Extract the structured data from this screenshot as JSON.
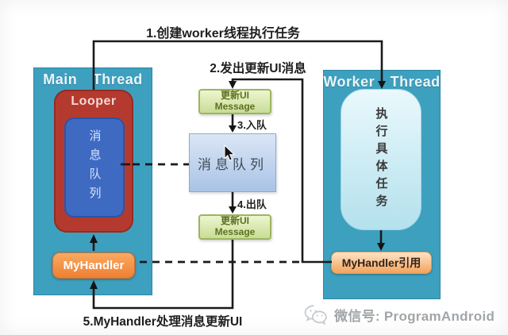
{
  "diagram_title": "Android Handler message flow",
  "annotations": {
    "step1": "1.创建worker线程执行任务",
    "step2": "2.发出更新UI消息",
    "step3": "3.入队",
    "step4": "4.出队",
    "step5": "5.MyHandler处理消息更新UI"
  },
  "main_thread": {
    "title": "Main Thread",
    "looper_label": "Looper",
    "message_queue_label": "消息队列",
    "handler_label": "MyHandler"
  },
  "worker_thread": {
    "title": "Worker Thread",
    "task_label": "执行具体任务",
    "handler_ref_label": "MyHandler引用"
  },
  "center_flow": {
    "message_top": {
      "line1": "更新UI",
      "line2": "Message"
    },
    "queue_label": "消息队列",
    "message_bottom": {
      "line1": "更新UI",
      "line2": "Message"
    }
  },
  "watermark": {
    "icon": "wechat-icon",
    "text": "微信号: ProgramAndroid"
  },
  "colors": {
    "thread_box": "#3EA0BF",
    "looper_red": "#B43A2F",
    "inner_queue_blue": "#3E6AC2",
    "center_queue_top": "#DAE6F6",
    "center_queue_bottom": "#A9C3E6",
    "message_box_top": "#EDF6CF",
    "message_box_bottom": "#C9DC97",
    "message_border": "#9CB65F",
    "message_text": "#5D7020",
    "handler_orange_top": "#FAAA60",
    "handler_orange_bottom": "#EE7F33",
    "handler_ref_top": "#FDE3C8",
    "handler_ref_bottom": "#F4A35B",
    "worker_task_top": "#E9F8FC",
    "worker_task_bottom": "#B4E1ED",
    "connector_line": "#1A1A1A",
    "watermark_gray": "#A2A6A9"
  }
}
